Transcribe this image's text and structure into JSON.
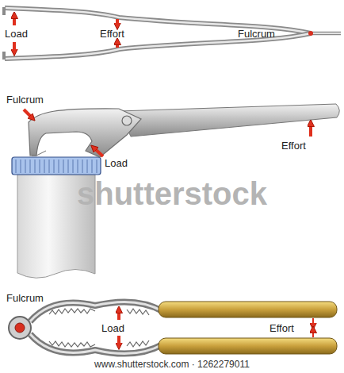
{
  "diagram": {
    "labels": [
      "Load",
      "Effort",
      "Fulcrum",
      "Fulcrum",
      "Load",
      "Effort",
      "Fulcrum",
      "Load",
      "Effort",
      "shutterstock",
      "www.shutterstock.com · 1262279011"
    ]
  }
}
